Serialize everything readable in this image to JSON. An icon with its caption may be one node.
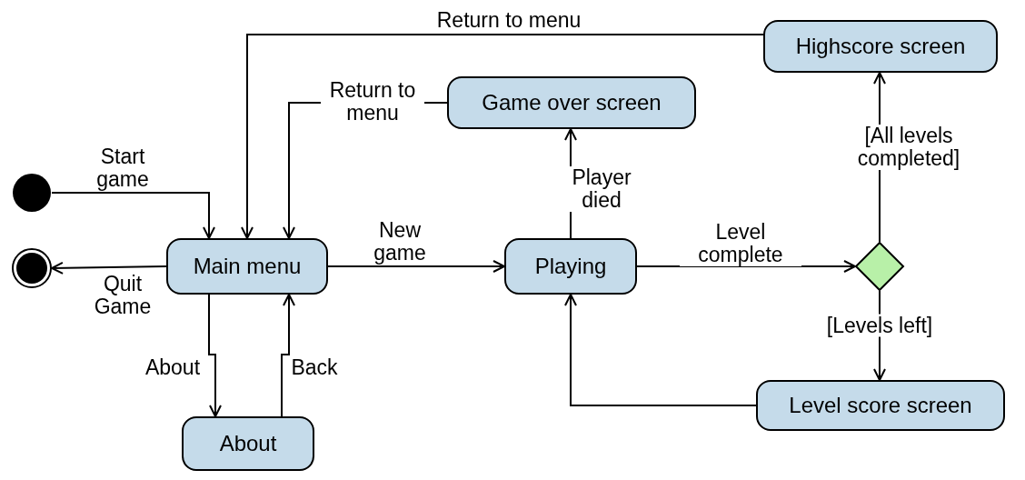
{
  "diagram": {
    "nodes": [
      {
        "text": [],
        "shape": "circle"
      },
      {
        "text": [],
        "shape": "bullseye"
      },
      {
        "text": [
          "Main menu"
        ]
      },
      {
        "text": [
          "About"
        ]
      },
      {
        "text": [
          "Playing"
        ]
      },
      {
        "text": [
          "Game over screen"
        ]
      },
      {
        "text": [
          "Highscore screen"
        ]
      },
      {
        "text": [],
        "shape": "diamond"
      },
      {
        "text": [
          "Level score screen"
        ]
      }
    ],
    "edges": [
      {
        "from": 0,
        "to": 2,
        "arrow": "to",
        "label": "Start game"
      },
      {
        "from": 2,
        "to": 1,
        "arrow": "to",
        "label": "Quit Game"
      },
      {
        "from": 2,
        "to": 3,
        "arrow": "to",
        "label": "About"
      },
      {
        "from": 3,
        "to": 2,
        "arrow": "to",
        "label": "Back"
      },
      {
        "from": 2,
        "to": 4,
        "arrow": "to",
        "label": "New game"
      },
      {
        "from": 4,
        "to": 5,
        "arrow": "to",
        "label": "Player died"
      },
      {
        "from": 5,
        "to": 2,
        "arrow": "to",
        "label": "Return to menu"
      },
      {
        "from": 4,
        "to": 7,
        "arrow": "to",
        "label": "Level complete"
      },
      {
        "from": 7,
        "to": 6,
        "arrow": "to",
        "label": "[All levels completed]"
      },
      {
        "from": 7,
        "to": 8,
        "arrow": "to",
        "label": "[Levels left]"
      },
      {
        "from": 8,
        "to": 4,
        "arrow": "to"
      },
      {
        "from": 6,
        "to": 2,
        "arrow": "to",
        "label": "Return to menu"
      }
    ]
  }
}
